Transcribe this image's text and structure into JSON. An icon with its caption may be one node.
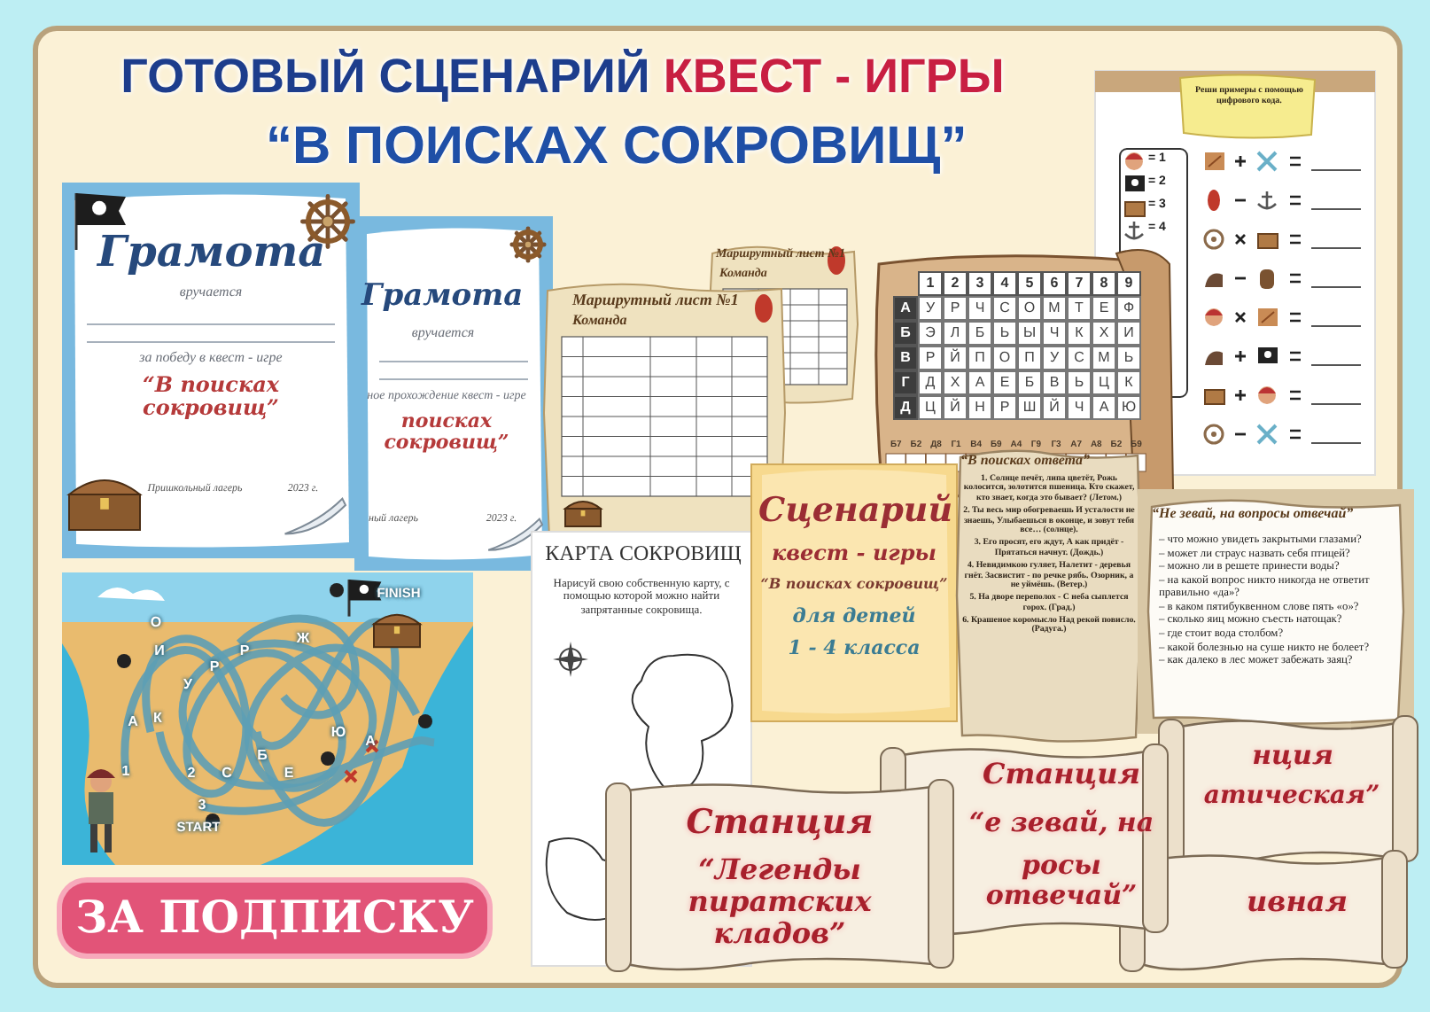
{
  "diagram": {
    "title": "ГОТОВЫЙ СЦЕНАРИЙ *КВЕСТ - ИГРЫ*",
    "nodes": [
      {
        "text": [
          "Грамота",
          "вручается",
          "за победу в квест - игре",
          "“В поисках сокровищ”",
          "Пришкольный лагерь",
          "2023 г."
        ]
      },
      {
        "text": [
          "Грамота",
          "вручается",
          "ное прохождение квест - игре",
          "поисках сокровищ”",
          "ный лагерь",
          "2023 г."
        ]
      },
      {
        "text": [
          "Маршрутный лист №1",
          "Команда"
        ]
      },
      {
        "text": [
          "Маршрутный лист №1",
          "Команда"
        ]
      },
      {
        "text": [
          "1",
          "2",
          "3",
          "4",
          "5",
          "6",
          "7",
          "8",
          "9",
          "А",
          "У",
          "Р",
          "Ч",
          "С",
          "О",
          "М",
          "Т",
          "Е",
          "Ф",
          "Б",
          "Э",
          "Л",
          "Б",
          "Ь",
          "Ы",
          "Ч",
          "К",
          "Х",
          "И",
          "В",
          "Р",
          "Й",
          "П",
          "О",
          "П",
          "У",
          "С",
          "М",
          "Ь",
          "Г",
          "Д",
          "Х",
          "А",
          "Е",
          "Б",
          "В",
          "Ь",
          "Ц",
          "К",
          "Д",
          "Ц",
          "Й",
          "Н",
          "Р",
          "Ш",
          "Й",
          "Ч",
          "А",
          "Ю",
          "Б7",
          "Б2",
          "Д8",
          "Г1",
          "В4",
          "Б9",
          "А4",
          "Г9",
          "Г3",
          "А7",
          "А8",
          "Б2",
          "Б9"
        ]
      },
      {
        "text": [
          "Реши примеры с помощью цифрового кода.",
          "= 1",
          "= 2",
          "= 3",
          "= 4"
        ]
      },
      {
        "text": [
          "“В поисках ответа”",
          "1. Солнце печёт, липа цветёт, Рожь колосится, золотится пшеница. Кто скажет, кто знает, когда это бывает? (Летом.)",
          "2. Ты весь мир обогреваешь И усталости не знаешь, Улыбаешься в оконце, и зовут тебя все… (солнце).",
          "3. Его просят, его ждут, А как придёт - Прятаться начнут. (Дождь.)",
          "4. Невидимкою гуляет, Налетит - деревья гнёт. Засвистит - по речке рябь. Озорник, а не уймёшь. (Ветер.)",
          "5. На дворе переполох - С неба сыплется горох. (Град.)",
          "6. Крашеное коромысло Над рекой повисло. (Радуга.)"
        ]
      },
      {
        "text": [
          "“Не зевай, на вопросы отвечай”",
          "– что можно увидеть закрытыми глазами?",
          "– может ли страус назвать себя птицей?",
          "– можно ли в решете принести воды?",
          "– на какой вопрос никто никогда не ответит правильно «да»?",
          "– в каком пятибуквенном слове пять «о»?",
          "– сколько яиц можно съесть натощак?",
          "– где стоит вода столбом?",
          "– какой болезнью на суше никто не болеет?",
          "– как далеко в лес может забежать заяц?"
        ]
      },
      {
        "text": [
          "Сценарий",
          "квест - игры",
          "“В поисках сокровищ”",
          "для детей",
          "1 - 4 класса"
        ]
      },
      {
        "text": [
          "КАРТА СОКРОВИЩ",
          "Нарисуй свою собственную карту, с помощью которой можно найти запрятанные сокровища."
        ]
      },
      {
        "text": [
          "О",
          "И",
          "Р",
          "Ж",
          "Р",
          "У",
          "К",
          "А",
          "Ю",
          "А",
          "Б",
          "Е",
          "С",
          "1",
          "2",
          "3",
          "START",
          "FINISH"
        ]
      },
      {
        "text": [
          "нция",
          "атическая”"
        ]
      },
      {
        "text": [
          "Станция",
          "“е зевай, на",
          "росы отвечай”"
        ]
      },
      {
        "text": [
          "ивная"
        ]
      },
      {
        "text": [
          "Станция",
          "“Легенды пиратских кладов”"
        ]
      }
    ],
    "labels": [
      "“В ПОИСКАХ СОКРОВИЩ”",
      "ЗА ПОДПИСКУ"
    ]
  }
}
